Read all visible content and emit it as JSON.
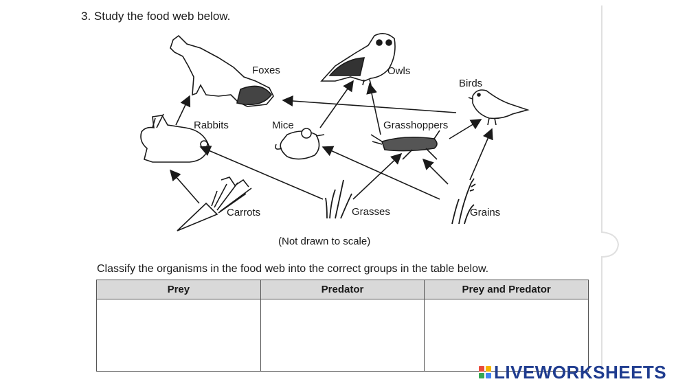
{
  "question": "3. Study the food web below.",
  "organisms": {
    "foxes": "Foxes",
    "owls": "Owls",
    "birds": "Birds",
    "rabbits": "Rabbits",
    "mice": "Mice",
    "grasshoppers": "Grasshoppers",
    "carrots": "Carrots",
    "grasses": "Grasses",
    "grains": "Grains"
  },
  "caption": "(Not drawn to scale)",
  "instruction": "Classify the organisms in the food web into the correct groups in the table below.",
  "table": {
    "headers": [
      "Prey",
      "Predator",
      "Prey and Predator"
    ]
  },
  "brand": {
    "name": "LIVEWORKSHEETS",
    "colors": [
      "#e94b3c",
      "#f4b400",
      "#34a853",
      "#4285f4"
    ],
    "text_color": "#1f3c8f"
  }
}
